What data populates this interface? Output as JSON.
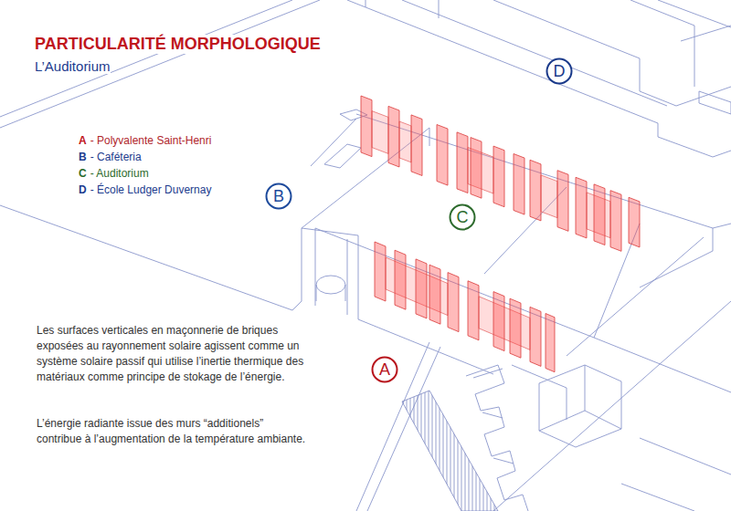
{
  "diagram": {
    "title": "PARTICULARITÉ MORPHOLOGIQUE",
    "nodes": [
      {
        "text": [
          "D"
        ]
      },
      {
        "text": [
          "B"
        ]
      },
      {
        "text": [
          "C"
        ]
      },
      {
        "text": [
          "A"
        ]
      }
    ],
    "labels": [
      "L’Auditorium",
      "A",
      "- Polyvalente Saint-Henri",
      "B",
      "- Caféteria",
      "C",
      "- Auditorium",
      "D",
      "- École Ludger Duvernay",
      "Les surfaces verticales en maçonnerie de briques exposées au rayonnement solaire agissent comme un système solaire passif qui utilise l’inertie thermique des matériaux comme principe de stokage de l’énergie.",
      "L’énergie radiante issue des murs “additionels” contribue à l’augmentation de la température ambiante."
    ]
  }
}
